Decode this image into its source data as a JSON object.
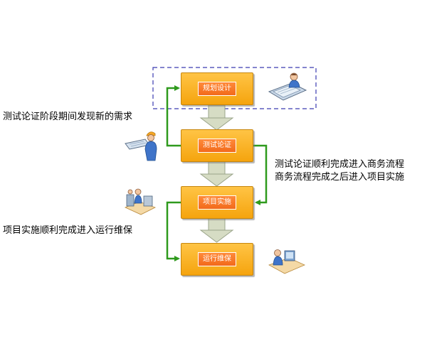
{
  "stages": [
    {
      "id": "plan",
      "label": "规划设计"
    },
    {
      "id": "test",
      "label": "测试论证"
    },
    {
      "id": "impl",
      "label": "项目实施"
    },
    {
      "id": "ops",
      "label": "运行维保"
    }
  ],
  "notes": {
    "test_requirement": "测试论证阶段期间发现新的需求",
    "test_to_business_line1": "测试论证顺利完成进入商务流程",
    "test_to_business_line2": "商务流程完成之后进入项目实施",
    "impl_to_ops": "项目实施顺利完成进入运行维保"
  },
  "colors": {
    "stage_fill": "#f7ad1a",
    "label_fill": "#f4731f",
    "down_arrow": "#d6dcc4",
    "loop_arrow": "#2f9a1d",
    "dashed_frame": "#3b3bb0"
  },
  "icons": [
    "planner-at-desk-icon",
    "engineer-with-blueprint-icon",
    "workers-at-machine-icon",
    "operator-at-computer-icon"
  ]
}
